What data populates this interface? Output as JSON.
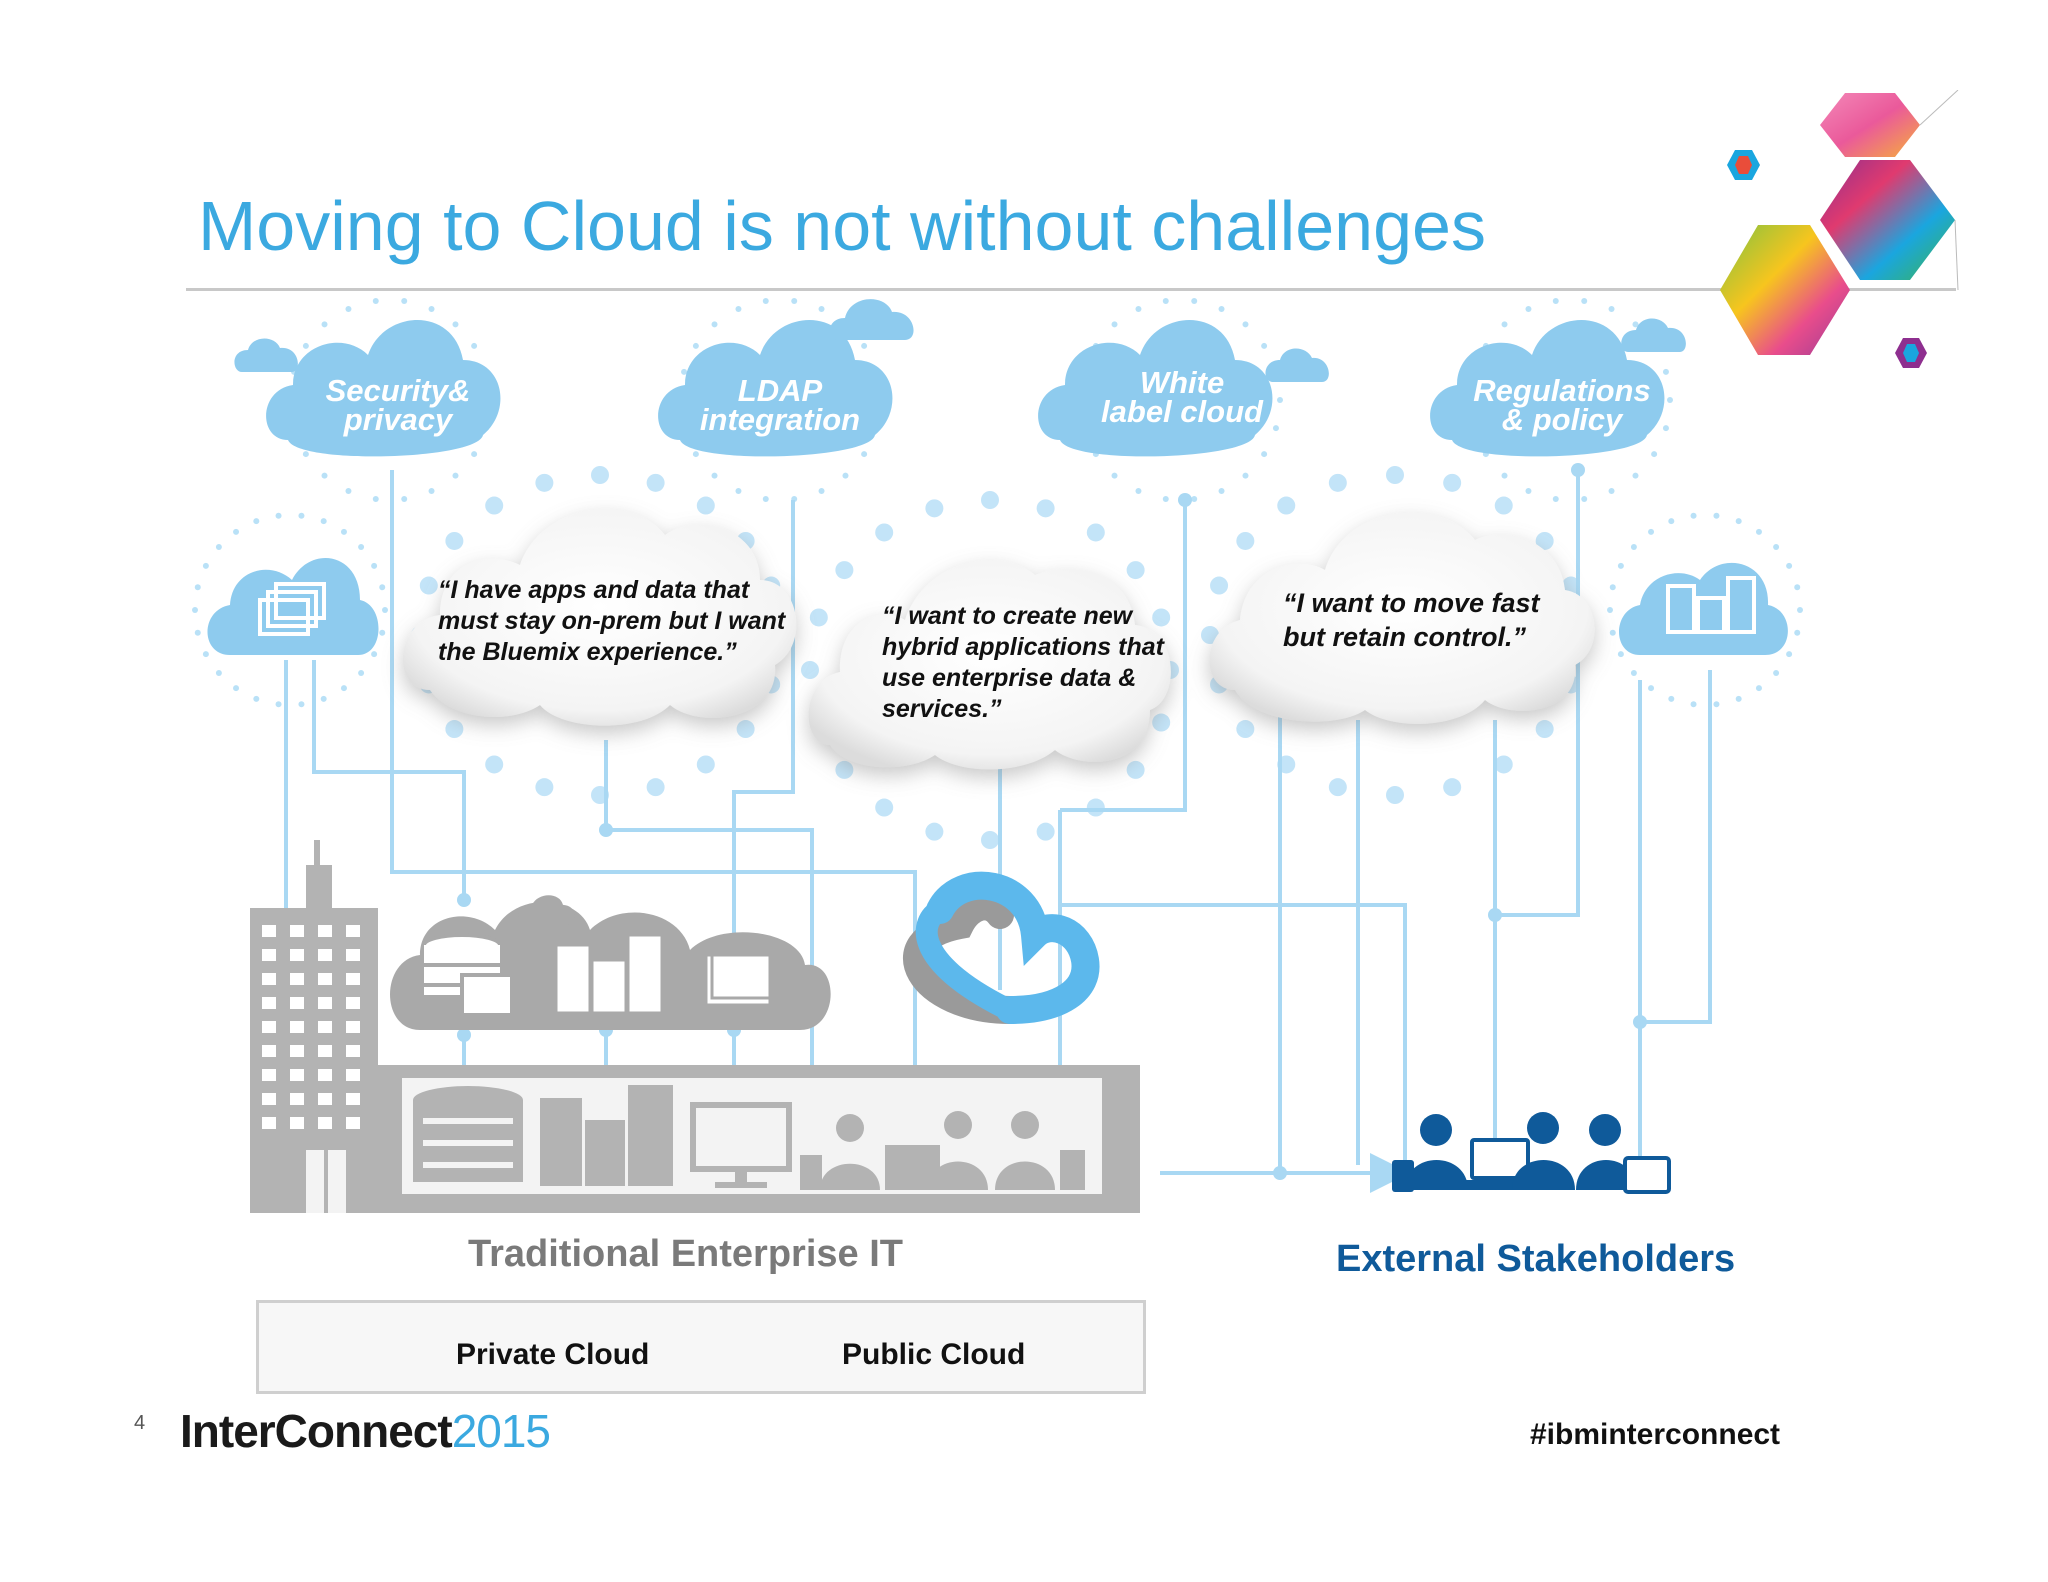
{
  "title": "Moving to Cloud is not without challenges",
  "top_clouds": [
    {
      "line1": "Security&",
      "line2": "privacy"
    },
    {
      "line1": "LDAP",
      "line2": "integration"
    },
    {
      "line1": "White",
      "line2": "label cloud"
    },
    {
      "line1": "Regulations",
      "line2": "&  policy"
    }
  ],
  "quotes": [
    {
      "lines": [
        "“I have apps and data that",
        "must stay on-prem but I want",
        "the Bluemix experience.”"
      ]
    },
    {
      "lines": [
        "“I want to create new",
        "hybrid applications that",
        "use enterprise data &",
        "services.”"
      ]
    },
    {
      "lines": [
        "“I want to move fast",
        "but retain control.”"
      ]
    }
  ],
  "sections": {
    "enterprise": "Traditional Enterprise IT",
    "stakeholders": "External Stakeholders"
  },
  "legend": {
    "private": "Private Cloud",
    "public": "Public Cloud"
  },
  "footer": {
    "page_number": "4",
    "brand_bold": "InterConnect",
    "brand_year": "2015",
    "hashtag": "#ibminterconnect"
  },
  "colors": {
    "title": "#3ba9e0",
    "public_cloud": "#8ecbee",
    "private_cloud": "#a9a9a9",
    "stakeholders": "#0f5a9a",
    "connector": "#a9d8f3"
  },
  "icons": [
    "server-rack-icon",
    "database-icon",
    "monitor-icon",
    "person-icon",
    "laptop-icon",
    "tablet-icon",
    "building-icon",
    "cloud-icon",
    "hexagon-logo-icon"
  ]
}
